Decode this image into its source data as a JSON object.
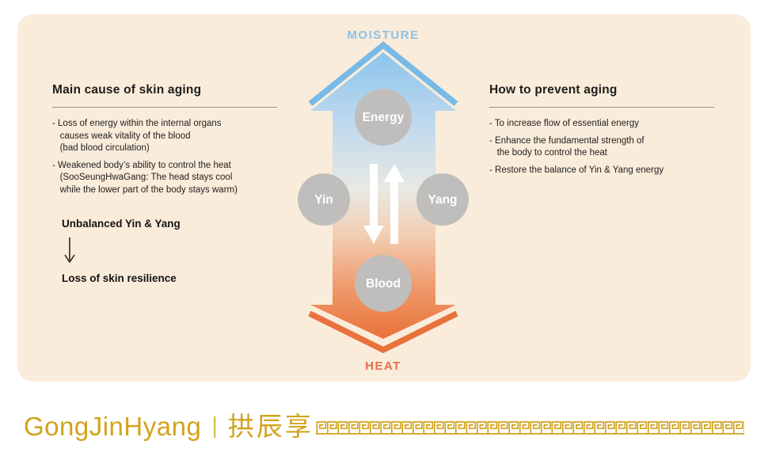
{
  "diagram": {
    "moisture_label": "MOISTURE",
    "heat_label": "HEAT",
    "energy_node": "Energy",
    "yin_node": "Yin",
    "yang_node": "Yang",
    "blood_node": "Blood",
    "colors": {
      "moisture_text": "#8CC2E5",
      "heat_text": "#E56F47",
      "top_chevron": "#77BAE7",
      "bottom_chevron": "#E8713C",
      "node_gray": "#BFBEBC",
      "flow_arrow_white": "#FFFFFF",
      "gradient": [
        "#8CC4EC",
        "#BFD9EF",
        "#E8E9E2",
        "#F2CDB2",
        "#EF9A6C",
        "#E97238"
      ]
    }
  },
  "left_column": {
    "heading": "Main cause of skin aging",
    "bullets": [
      "- Loss of energy within the internal organs\n   causes weak vitality of the blood\n   (bad blood circulation)",
      "- Weakened body’s ability to control the heat\n   (SooSeungHwaGang: The head stays cool\n   while the lower part of the body stays warm)"
    ],
    "conclusion_cause": "Unbalanced Yin & Yang",
    "conclusion_effect": "Loss of skin resilience"
  },
  "right_column": {
    "heading": "How to prevent aging",
    "bullets": [
      "- To increase flow of essential energy",
      "- Enhance the fundamental strength of\n   the body to control the heat",
      "- Restore the balance of Yin & Yang energy"
    ]
  },
  "footer": {
    "brand_latin": "GongJinHyang",
    "divider": "|",
    "brand_cjk": "拱辰享",
    "brand_color": "#D2A31C"
  }
}
